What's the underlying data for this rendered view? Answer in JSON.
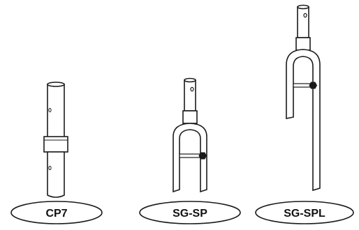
{
  "products": [
    {
      "id": "cp7",
      "label": "CP7"
    },
    {
      "id": "sg-sp",
      "label": "SG-SP"
    },
    {
      "id": "sg-spl",
      "label": "SG-SPL"
    }
  ],
  "colors": {
    "stroke": "#1a1a1a",
    "fill": "#ffffff",
    "hex_nut": "#1a1a1a"
  },
  "icons": {
    "cp7": "coupling-pin-icon",
    "sg-sp": "short-fork-adapter-icon",
    "sg-spl": "long-fork-adapter-icon"
  }
}
